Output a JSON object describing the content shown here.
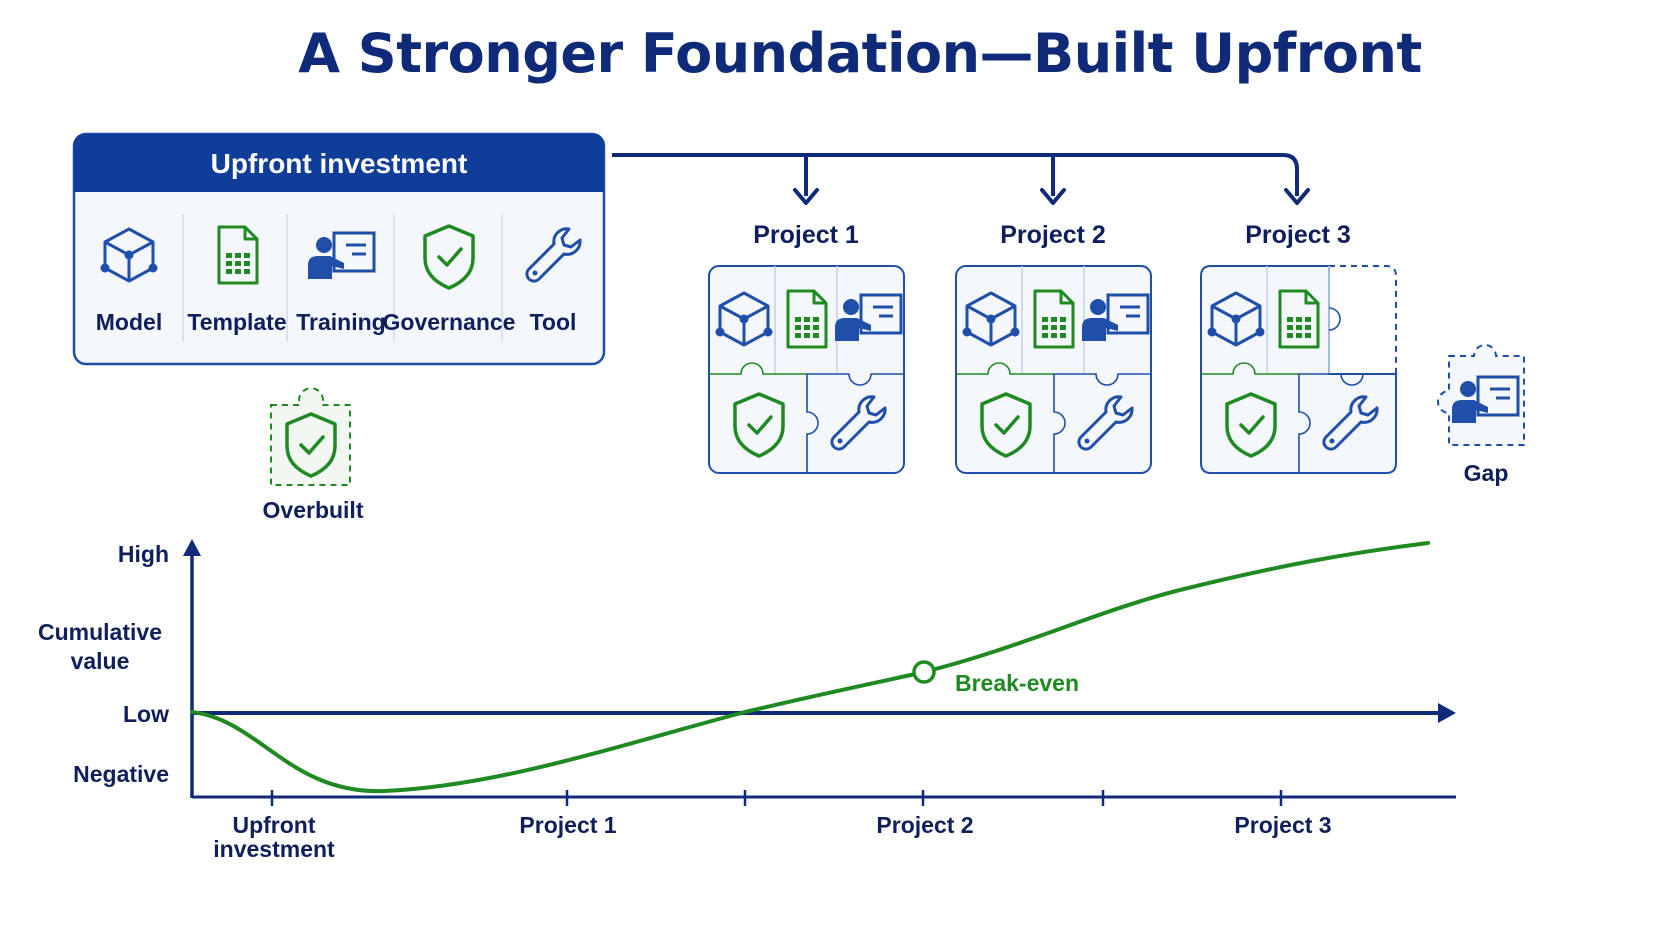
{
  "title": "A Stronger Foundation—Built Upfront",
  "investment_box": {
    "header": "Upfront investment",
    "items": [
      {
        "label": "Model",
        "icon": "cube-icon"
      },
      {
        "label": "Template",
        "icon": "spreadsheet-icon"
      },
      {
        "label": "Training",
        "icon": "presenter-icon"
      },
      {
        "label": "Governance",
        "icon": "shield-check-icon"
      },
      {
        "label": "Tool",
        "icon": "wrench-icon"
      }
    ]
  },
  "overbuilt_label": "Overbuilt",
  "projects": [
    {
      "label": "Project 1",
      "pieces": [
        "cube-icon",
        "spreadsheet-icon",
        "presenter-icon",
        "shield-check-icon",
        "wrench-icon"
      ]
    },
    {
      "label": "Project 2",
      "pieces": [
        "cube-icon",
        "spreadsheet-icon",
        "presenter-icon",
        "shield-check-icon",
        "wrench-icon"
      ]
    },
    {
      "label": "Project 3",
      "pieces": [
        "cube-icon",
        "spreadsheet-icon",
        "shield-check-icon",
        "wrench-icon"
      ],
      "missing_piece": "presenter-icon"
    }
  ],
  "gap_label": "Gap",
  "chart": {
    "y_title": [
      "Cumulative",
      "value"
    ],
    "y_levels": [
      "High",
      "Low",
      "Negative"
    ],
    "x_ticks": [
      [
        "Upfront",
        "investment"
      ],
      [
        "Project 1"
      ],
      [
        "Project 2"
      ],
      [
        "Project 3"
      ]
    ],
    "annotation": "Break-even"
  },
  "colors": {
    "navy": "#0f2a78",
    "blue": "#1f4fa8",
    "green": "#1f8a22",
    "panel": "#f4f7fc"
  }
}
